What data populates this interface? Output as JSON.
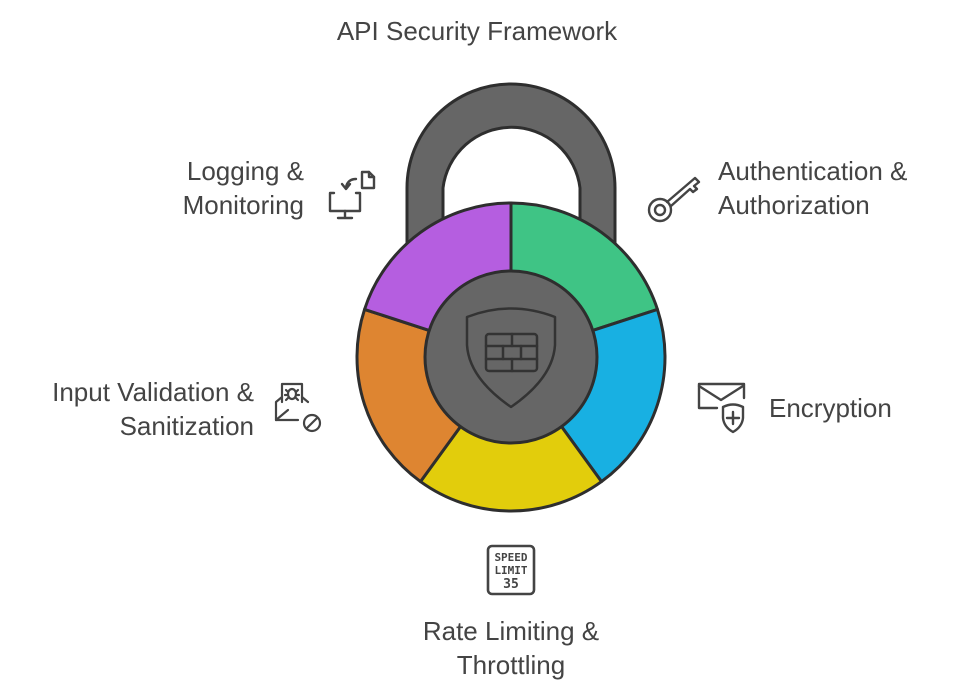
{
  "title": "API Security Framework",
  "center_icon": "shield-firewall-icon",
  "colors": {
    "lock_body": "#666666",
    "outline": "#2e2e2e",
    "icon_stroke": "#444444"
  },
  "segments": [
    {
      "id": "authentication",
      "line1": "Authentication &",
      "line2": "Authorization",
      "icon": "key-icon",
      "color": "#3fc485"
    },
    {
      "id": "encryption",
      "line1": "Encryption",
      "line2": "",
      "icon": "mail-shield-icon",
      "color": "#18b0e2"
    },
    {
      "id": "rate-limiting",
      "line1": "Rate Limiting &",
      "line2": "Throttling",
      "icon": "speed-limit-sign-icon",
      "color": "#e2cd0c",
      "sign_text": [
        "SPEED",
        "LIMIT",
        "35"
      ]
    },
    {
      "id": "input-validation",
      "line1": "Input Validation &",
      "line2": "Sanitization",
      "icon": "mail-bug-blocked-icon",
      "color": "#de8531"
    },
    {
      "id": "logging",
      "line1": "Logging &",
      "line2": "Monitoring",
      "icon": "monitor-file-transfer-icon",
      "color": "#b55ee0"
    }
  ]
}
